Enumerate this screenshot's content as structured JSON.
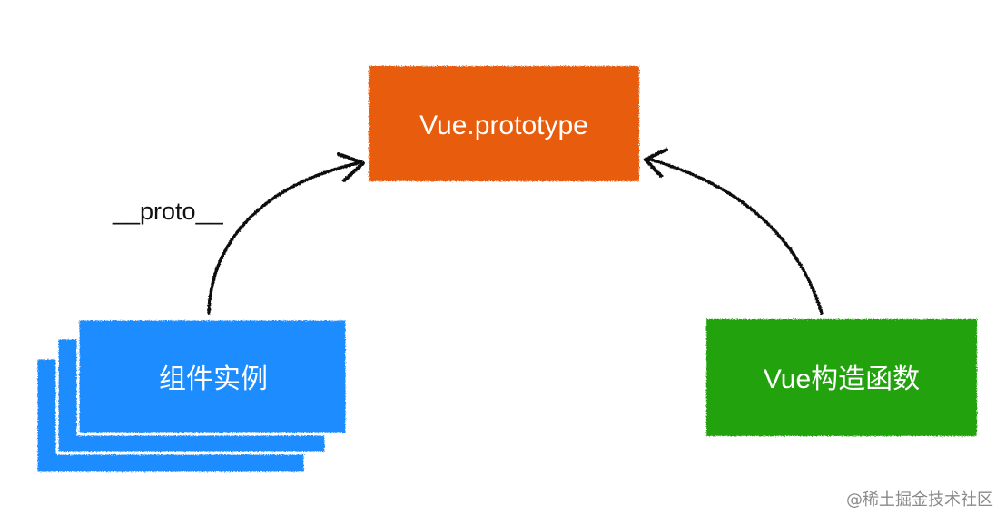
{
  "nodes": {
    "prototype": {
      "label": "Vue.prototype",
      "color": "#e85c0d"
    },
    "instance": {
      "label": "组件实例",
      "color": "#1a8cff"
    },
    "constructor": {
      "label": "Vue构造函数",
      "color": "#21a30d"
    }
  },
  "edges": {
    "instance_to_prototype": {
      "label": "__proto__"
    }
  },
  "watermark": "@稀土掘金技术社区",
  "colors": {
    "arrow": "#111111",
    "sketch_border": "#ffffff"
  }
}
